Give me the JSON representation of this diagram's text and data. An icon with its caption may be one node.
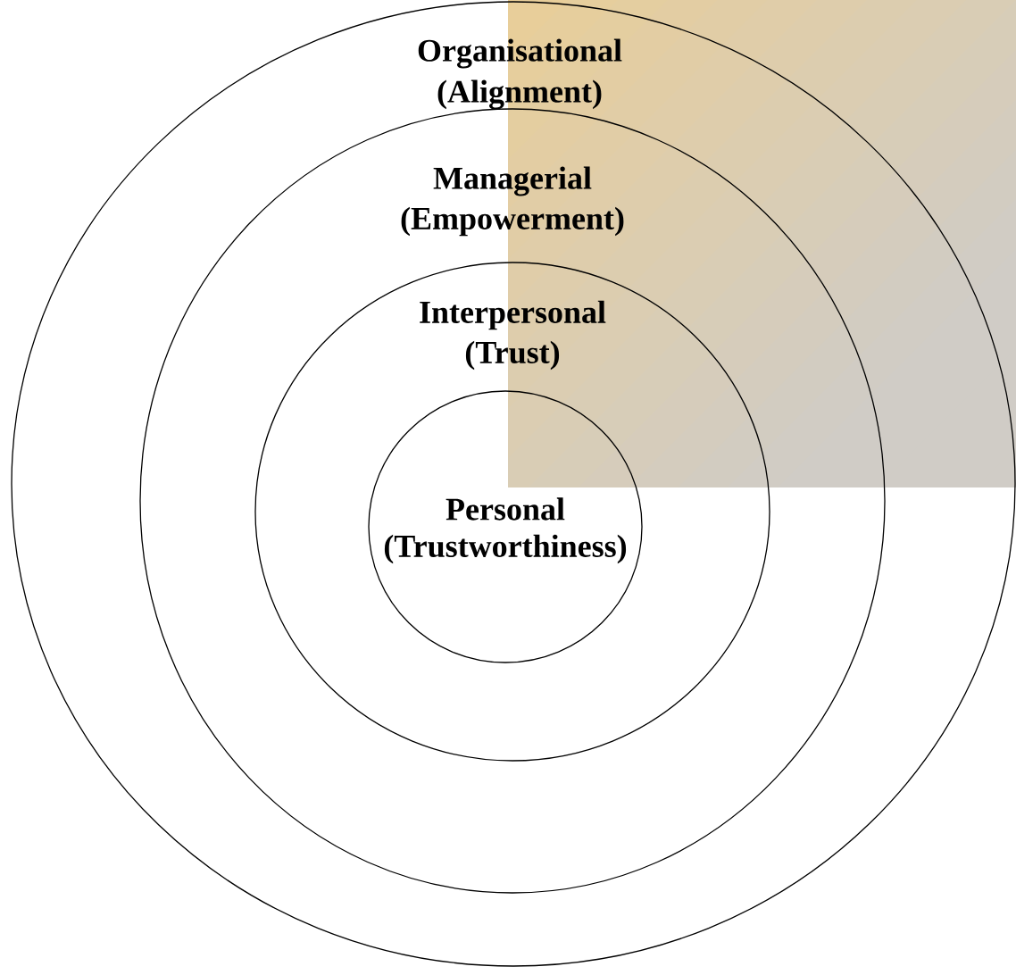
{
  "diagram": {
    "nodes": [
      {
        "text": [
          "Organisational",
          "(Alignment)"
        ]
      },
      {
        "text": [
          "Managerial",
          "(Empowerment)"
        ],
        "in": 0
      },
      {
        "text": [
          "Interpersonal",
          "(Trust)"
        ],
        "in": 1
      },
      {
        "text": [
          "Personal",
          "(Trustworthiness)"
        ],
        "in": 2
      }
    ]
  }
}
